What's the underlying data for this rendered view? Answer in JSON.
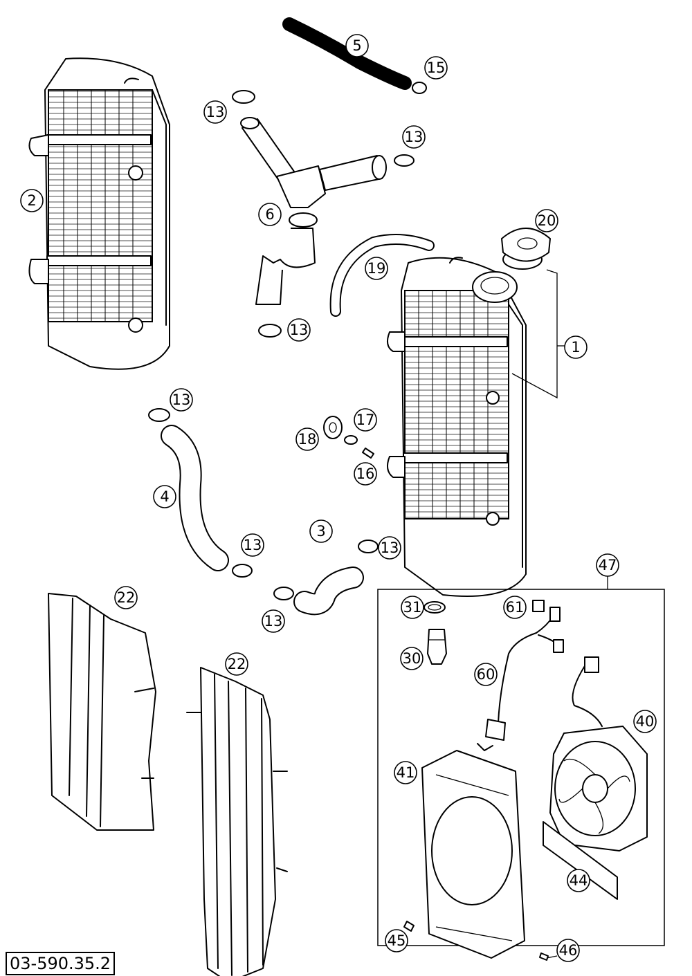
{
  "drawing_number": "03-590.35.2",
  "callouts": [
    {
      "id": "c1",
      "text": "1"
    },
    {
      "id": "c2",
      "text": "2"
    },
    {
      "id": "c3",
      "text": "3"
    },
    {
      "id": "c4",
      "text": "4"
    },
    {
      "id": "c5",
      "text": "5"
    },
    {
      "id": "c6",
      "text": "6"
    },
    {
      "id": "c13a",
      "text": "13"
    },
    {
      "id": "c13b",
      "text": "13"
    },
    {
      "id": "c13c",
      "text": "13"
    },
    {
      "id": "c13d",
      "text": "13"
    },
    {
      "id": "c13e",
      "text": "13"
    },
    {
      "id": "c13f",
      "text": "13"
    },
    {
      "id": "c13g",
      "text": "13"
    },
    {
      "id": "c15",
      "text": "15"
    },
    {
      "id": "c16",
      "text": "16"
    },
    {
      "id": "c17",
      "text": "17"
    },
    {
      "id": "c18",
      "text": "18"
    },
    {
      "id": "c19",
      "text": "19"
    },
    {
      "id": "c20",
      "text": "20"
    },
    {
      "id": "c22a",
      "text": "22"
    },
    {
      "id": "c22b",
      "text": "22"
    },
    {
      "id": "c30",
      "text": "30"
    },
    {
      "id": "c31",
      "text": "31"
    },
    {
      "id": "c40",
      "text": "40"
    },
    {
      "id": "c41",
      "text": "41"
    },
    {
      "id": "c44",
      "text": "44"
    },
    {
      "id": "c45",
      "text": "45"
    },
    {
      "id": "c46",
      "text": "46"
    },
    {
      "id": "c47",
      "text": "47"
    },
    {
      "id": "c60",
      "text": "60"
    },
    {
      "id": "c61",
      "text": "61"
    }
  ]
}
